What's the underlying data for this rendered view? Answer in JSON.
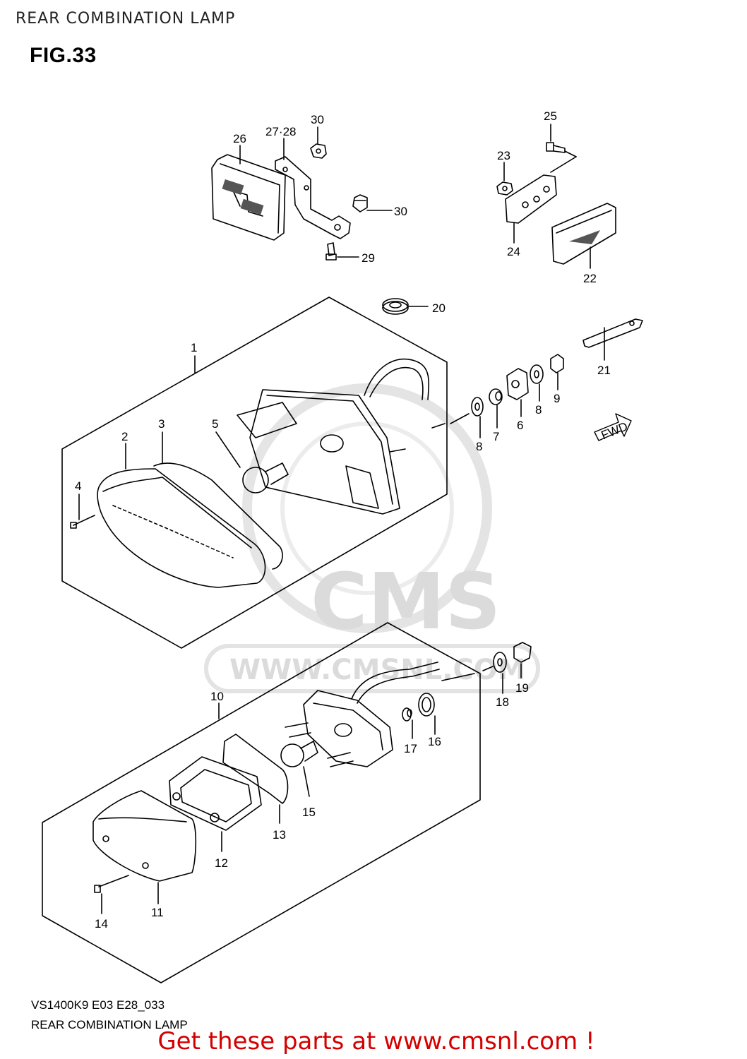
{
  "header": {
    "page_title": "REAR COMBINATION LAMP",
    "fig_label": "FIG.33"
  },
  "footer": {
    "model_code": "VS1400K9 E03 E28_033",
    "title": "REAR COMBINATION LAMP",
    "promo": "Get these parts at www.cmsnl.com !"
  },
  "diagram": {
    "watermark": {
      "brand": "CMS",
      "url": "WWW.CMSNL.COM"
    },
    "fwd_label": "FWD",
    "callouts": {
      "p1": "1",
      "p2": "2",
      "p3": "3",
      "p4": "4",
      "p5": "5",
      "p6": "6",
      "p7": "7",
      "p8a": "8",
      "p8b": "8",
      "p9": "9",
      "p10": "10",
      "p11": "11",
      "p12": "12",
      "p13": "13",
      "p14": "14",
      "p15": "15",
      "p16": "16",
      "p17": "17",
      "p18": "18",
      "p19": "19",
      "p20": "20",
      "p21": "21",
      "p22": "22",
      "p23": "23",
      "p24": "24",
      "p25": "25",
      "p26": "26",
      "p27_28": "27·28",
      "p29": "29",
      "p30a": "30",
      "p30b": "30"
    }
  },
  "colors": {
    "promo": "#d40000",
    "watermark": "#d8d8d8",
    "line": "#000000"
  }
}
